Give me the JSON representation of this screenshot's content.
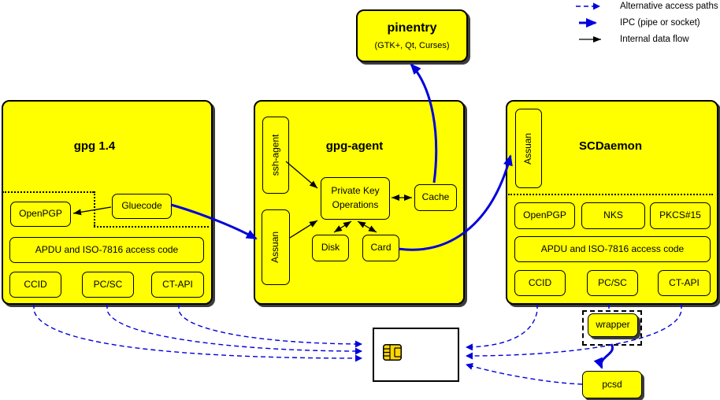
{
  "legend": {
    "alt": "Alternative access paths",
    "ipc": "IPC (pipe or socket)",
    "internal": "Internal data flow"
  },
  "pinentry": {
    "title": "pinentry",
    "subtitle": "(GTK+, Qt, Curses)"
  },
  "gpg14": {
    "title": "gpg 1.4",
    "openpgp": "OpenPGP",
    "gluecode": "Gluecode",
    "apdu": "APDU and ISO-7816 access code",
    "ccid": "CCID",
    "pcsc": "PC/SC",
    "ctapi": "CT-API"
  },
  "gpg_agent": {
    "title": "gpg-agent",
    "ssh_agent": "ssh-agent",
    "assuan": "Assuan",
    "pko_line1": "Private Key",
    "pko_line2": "Operations",
    "cache": "Cache",
    "disk": "Disk",
    "card": "Card"
  },
  "scdaemon": {
    "title": "SCDaemon",
    "assuan": "Assuan",
    "openpgp": "OpenPGP",
    "nks": "NKS",
    "pkcs15": "PKCS#15",
    "apdu": "APDU and ISO-7816 access code",
    "ccid": "CCID",
    "pcsc": "PC/SC",
    "ctapi": "CT-API"
  },
  "helpers": {
    "wrapper": "wrapper",
    "pcsd": "pcsd"
  },
  "colors": {
    "node_fill": "#ffff00",
    "ipc_blue": "#0000dd",
    "flow_black": "#000000",
    "chip_gold": "#ffd700"
  }
}
